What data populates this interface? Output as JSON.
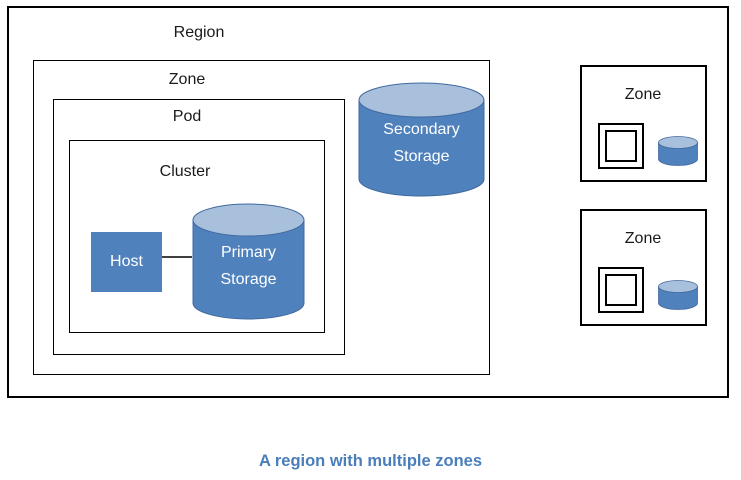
{
  "caption": "A region with multiple zones",
  "diagram": {
    "region": {
      "label": "Region"
    },
    "main_zone": {
      "label": "Zone"
    },
    "pod": {
      "label": "Pod"
    },
    "cluster": {
      "label": "Cluster"
    },
    "host": {
      "label": "Host"
    },
    "primary_storage": {
      "lines": [
        "Primary",
        "Storage"
      ]
    },
    "secondary_storage": {
      "lines": [
        "Secondary",
        "Storage"
      ]
    },
    "right_zones": [
      {
        "label": "Zone"
      },
      {
        "label": "Zone"
      }
    ]
  },
  "colors": {
    "shape_blue": "#4f81bd",
    "cylinder_top_blue": "#a8c0dc",
    "cylinder_rim_blue": "#41699f",
    "caption_blue": "#4a7ebb",
    "outline_black": "#000000",
    "connector_gray": "#404040",
    "shape_text_white": "#ffffff"
  }
}
